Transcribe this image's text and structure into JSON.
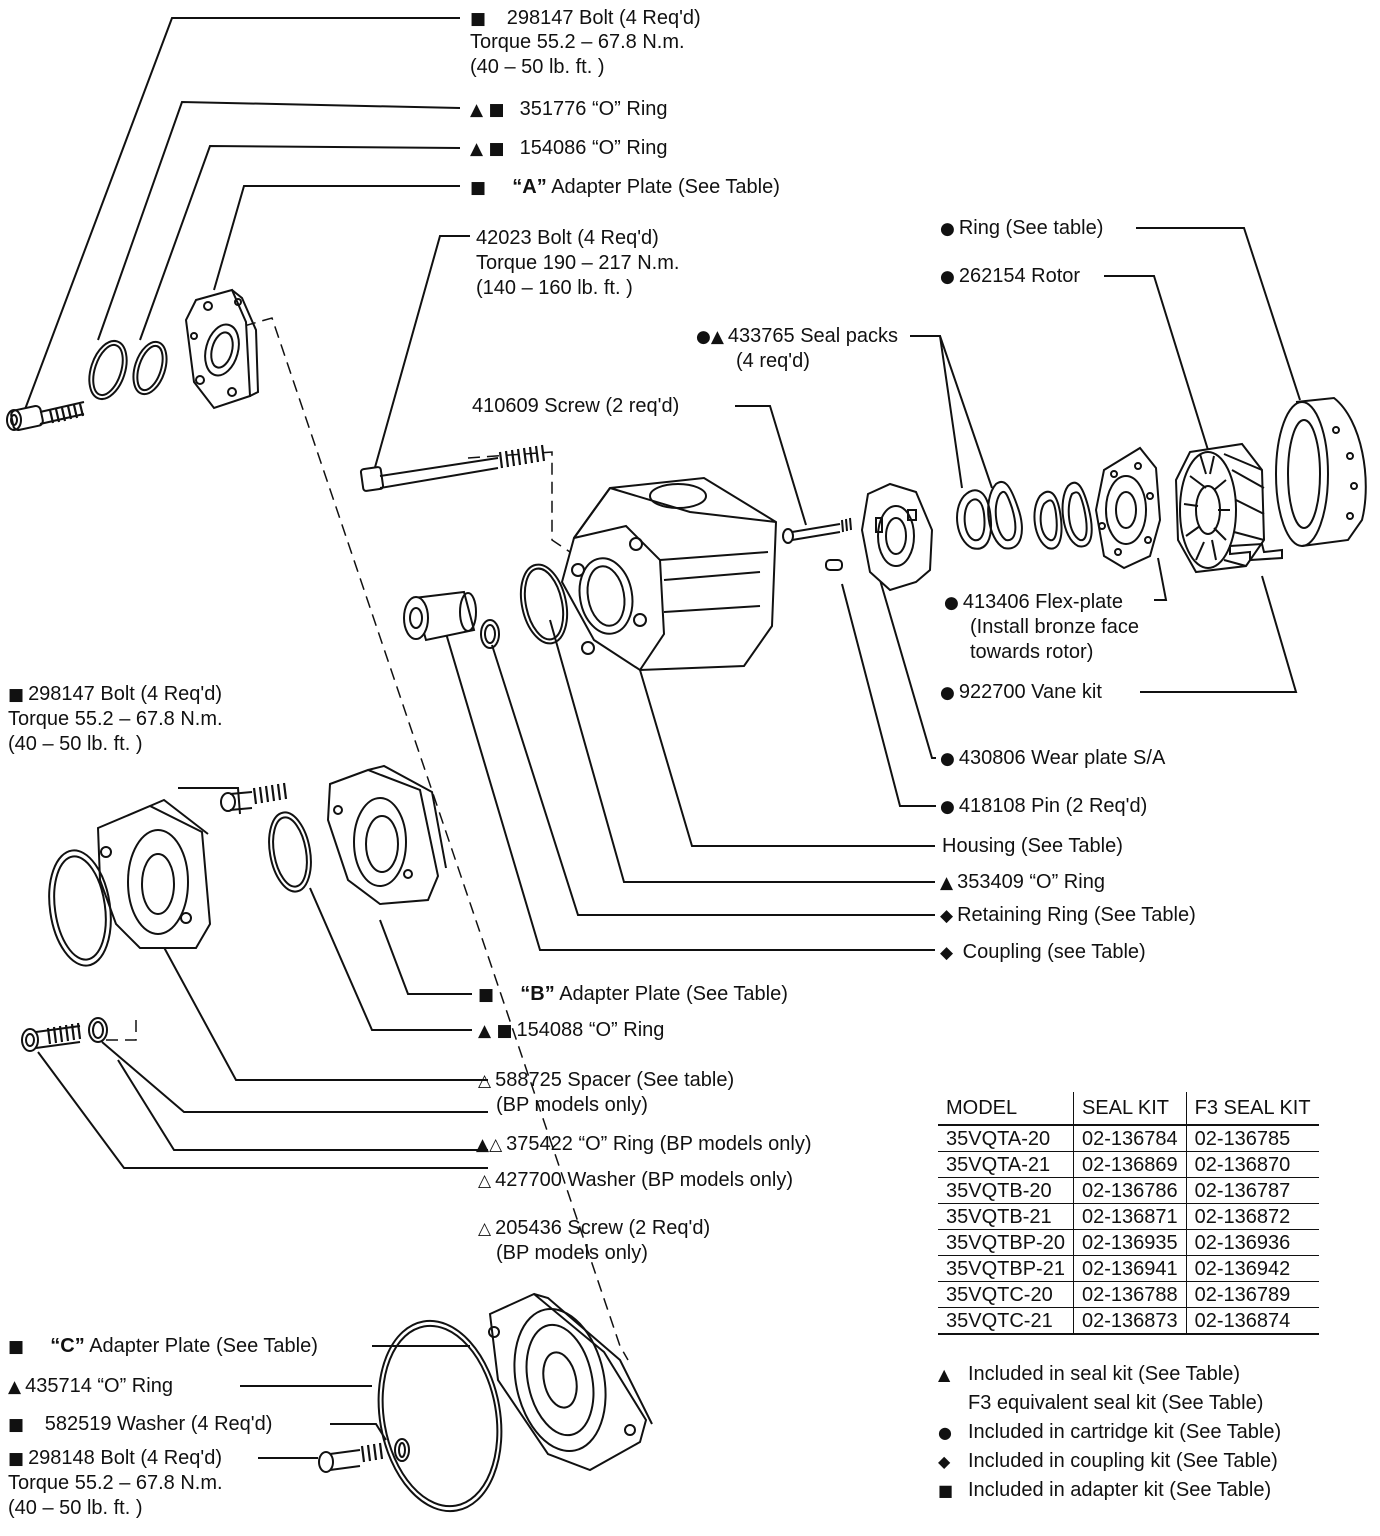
{
  "labels": {
    "bolt_298147_top": {
      "sym": "■",
      "part": "298147 Bolt (4 Req'd)",
      "line2": "Torque 55.2 – 67.8 N.m.",
      "line3": "(40 – 50 lb. ft. )"
    },
    "oring_351776": {
      "sym": "▲ ■",
      "part": "351776 “O” Ring"
    },
    "oring_154086": {
      "sym": "▲ ■",
      "part": "154086 “O” Ring"
    },
    "adapter_a": {
      "sym": "■",
      "bold": "“A”",
      "part": " Adapter Plate (See Table)"
    },
    "bolt_42023": {
      "part": "42023 Bolt (4 Req'd)",
      "line2": "Torque 190 – 217 N.m.",
      "line3": "(140 – 160 lb. ft. )"
    },
    "ring": {
      "sym": "●",
      "part": "Ring (See table)"
    },
    "rotor": {
      "sym": "●",
      "part": "262154 Rotor"
    },
    "seal_packs": {
      "sym": "●▲",
      "part": "433765 Seal packs",
      "line2": "(4 req'd)"
    },
    "screw_410609": {
      "part": "410609 Screw (2 req'd)"
    },
    "flex_plate": {
      "sym": "●",
      "part": "413406 Flex-plate",
      "line2": "(Install bronze face",
      "line3": "towards rotor)"
    },
    "vane_kit": {
      "sym": "●",
      "part": "922700 Vane kit"
    },
    "wear_plate": {
      "sym": "●",
      "part": "430806 Wear plate S/A"
    },
    "pin": {
      "sym": "●",
      "part": "418108 Pin (2 Req'd)"
    },
    "housing": {
      "part": "Housing (See Table)"
    },
    "oring_353409": {
      "sym": "▲",
      "part": "353409 “O” Ring"
    },
    "retaining_ring": {
      "sym": "◆",
      "part": "Retaining Ring (See Table)"
    },
    "coupling": {
      "sym": "◆",
      "part": "Coupling (see Table)"
    },
    "bolt_298147_mid": {
      "sym": "■",
      "part": "298147 Bolt (4 Req'd)",
      "line2": "Torque 55.2 – 67.8 N.m.",
      "line3": "(40 – 50 lb. ft. )"
    },
    "adapter_b": {
      "sym": "■",
      "bold": "“B”",
      "part": " Adapter Plate (See Table)"
    },
    "oring_154088": {
      "sym": "▲ ■",
      "part": "154088 “O” Ring"
    },
    "spacer": {
      "sym": "△",
      "part": "588725 Spacer (See table)",
      "line2": "(BP models only)"
    },
    "oring_375422": {
      "sym": "▲△",
      "part": "375422 “O” Ring (BP models only)"
    },
    "washer_427700": {
      "sym": "△",
      "part": "427700 Washer (BP models only)"
    },
    "screw_205436": {
      "sym": "△",
      "part": "205436 Screw (2 Req'd)",
      "line2": "(BP models only)"
    },
    "adapter_c": {
      "sym": "■",
      "bold": "“C”",
      "part": " Adapter Plate (See Table)"
    },
    "oring_435714": {
      "sym": "▲",
      "part": "435714 “O” Ring"
    },
    "washer_582519": {
      "sym": "■",
      "part": "582519 Washer (4 Req'd)"
    },
    "bolt_298148": {
      "sym": "■",
      "part": "298148 Bolt (4 Req'd)",
      "line2": "Torque 55.2 – 67.8 N.m.",
      "line3": "(40 – 50 lb. ft. )"
    }
  },
  "table": {
    "headers": [
      "MODEL",
      "SEAL KIT",
      "F3 SEAL KIT"
    ],
    "rows": [
      [
        "35VQTA-20",
        "02-136784",
        "02-136785"
      ],
      [
        "35VQTA-21",
        "02-136869",
        "02-136870"
      ],
      [
        "35VQTB-20",
        "02-136786",
        "02-136787"
      ],
      [
        "35VQTB-21",
        "02-136871",
        "02-136872"
      ],
      [
        "35VQTBP-20",
        "02-136935",
        "02-136936"
      ],
      [
        "35VQTBP-21",
        "02-136941",
        "02-136942"
      ],
      [
        "35VQTC-20",
        "02-136788",
        "02-136789"
      ],
      [
        "35VQTC-21",
        "02-136873",
        "02-136874"
      ]
    ]
  },
  "legend": [
    {
      "sym": "▲",
      "text": "Included in seal kit (See Table)"
    },
    {
      "sym": "",
      "text": "F3 equivalent seal kit (See Table)"
    },
    {
      "sym": "●",
      "text": "Included in cartridge kit (See Table)"
    },
    {
      "sym": "◆",
      "text": "Included in coupling kit (See Table)"
    },
    {
      "sym": "■",
      "text": "Included in adapter kit (See Table)"
    }
  ]
}
